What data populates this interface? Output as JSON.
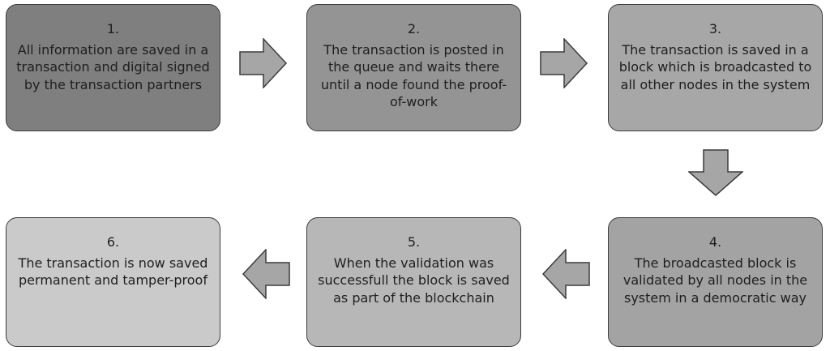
{
  "colors": {
    "step1_fill": "#7f7f7f",
    "step2_fill": "#949494",
    "step3_fill": "#a7a7a7",
    "step4_fill": "#a3a3a3",
    "step5_fill": "#b7b7b7",
    "step6_fill": "#cacaca",
    "border": "#3c3c3c",
    "arrow_fill": "#a6a6a6",
    "text": "#1e1e1e"
  },
  "steps": [
    {
      "number": "1.",
      "text": "All information are saved in a transaction and digital signed by the transaction partners"
    },
    {
      "number": "2.",
      "text": "The transaction is posted in the queue and waits there until a node found the proof-of-work"
    },
    {
      "number": "3.",
      "text": "The transaction is saved in a block which is broadcasted to all other nodes in the system"
    },
    {
      "number": "4.",
      "text": "The broadcasted block is validated by all nodes in the system in a democratic way"
    },
    {
      "number": "5.",
      "text": "When the validation was successfull the block is saved as part of the blockchain"
    },
    {
      "number": "6.",
      "text": "The transaction is now saved permanent and tamper-proof"
    }
  ],
  "arrows": [
    {
      "direction": "right",
      "icon": "arrow-right-icon"
    },
    {
      "direction": "right",
      "icon": "arrow-right-icon"
    },
    {
      "direction": "down",
      "icon": "arrow-down-icon"
    },
    {
      "direction": "left",
      "icon": "arrow-left-icon"
    },
    {
      "direction": "left",
      "icon": "arrow-left-icon"
    }
  ]
}
